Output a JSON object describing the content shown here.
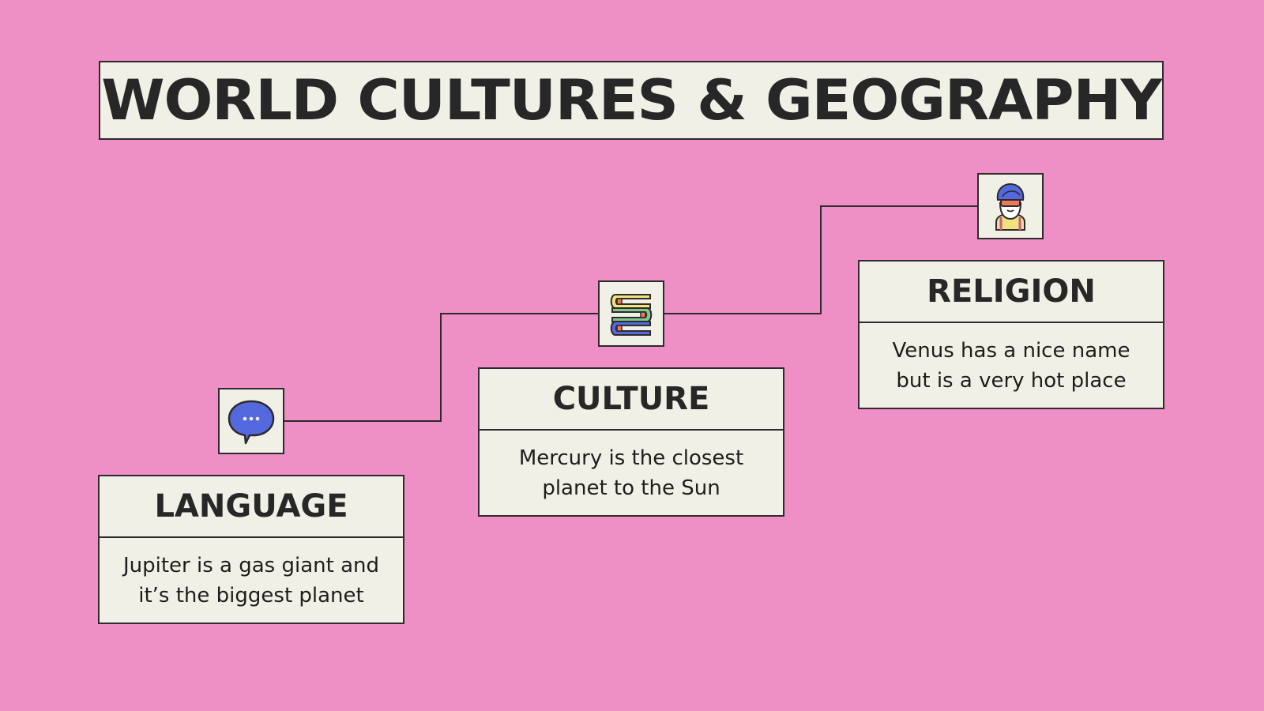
{
  "title": "WORLD CULTURES & GEOGRAPHY",
  "colors": {
    "background": "#ee8fc6",
    "card": "#f1f0e6",
    "border": "#2e2a2d",
    "text": "#272727",
    "accent_blue": "#5569df",
    "accent_green": "#7fc98b",
    "accent_yellow": "#f3e27a",
    "accent_orange": "#e97a5c"
  },
  "steps": [
    {
      "heading": "LANGUAGE",
      "text_line1": "Jupiter is a gas giant and",
      "text_line2": "it’s the biggest planet",
      "icon": "speech-bubble-icon"
    },
    {
      "heading": "CULTURE",
      "text_line1": "Mercury is the closest",
      "text_line2": "planet to the Sun",
      "icon": "stack-of-books-icon"
    },
    {
      "heading": "RELIGION",
      "text_line1": "Venus has a nice name",
      "text_line2": "but is a very hot place",
      "icon": "turbaned-man-icon"
    }
  ]
}
